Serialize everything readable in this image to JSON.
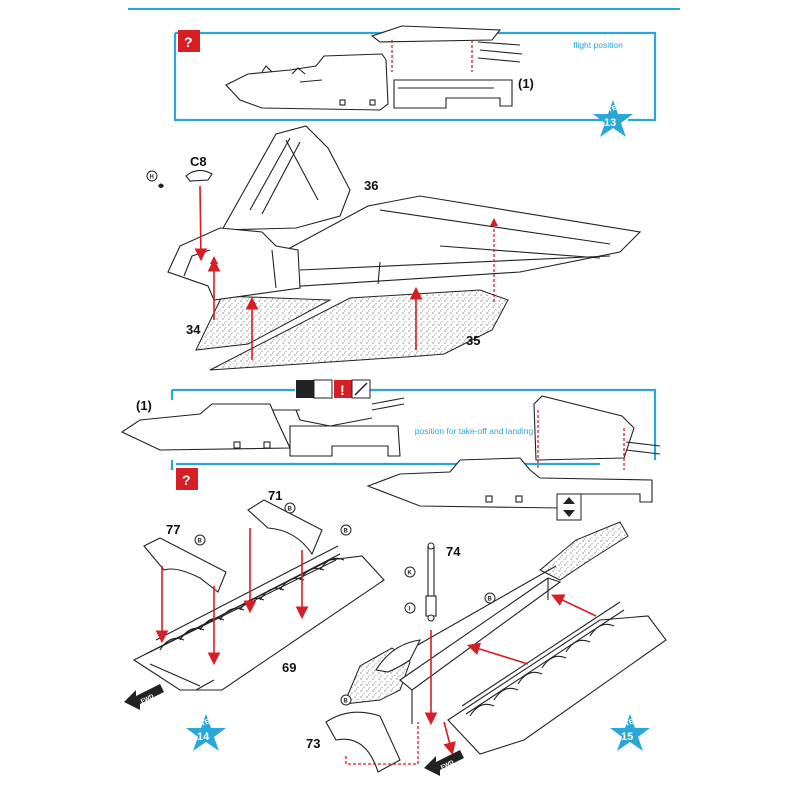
{
  "steps": {
    "step_word": "STEP",
    "s13": "13",
    "s14": "14",
    "s15": "15"
  },
  "labels": {
    "flight_position": "flight position",
    "takeoff_landing": "position for take-off and landing",
    "ref1_top": "(1)",
    "ref1_mid": "(1)",
    "c8": "C8",
    "p36": "36",
    "p34": "34",
    "p35": "35",
    "p77": "77",
    "p71": "71",
    "p69": "69",
    "p74": "74",
    "p73": "73",
    "fwd": "FWD",
    "question": "?",
    "warning": "!"
  },
  "glue_markers": {
    "h": "H",
    "b": "B",
    "k": "K",
    "i": "I"
  },
  "colors": {
    "accent_blue": "#2aa7d8",
    "alert_red": "#d81e25",
    "line": "#222222"
  }
}
